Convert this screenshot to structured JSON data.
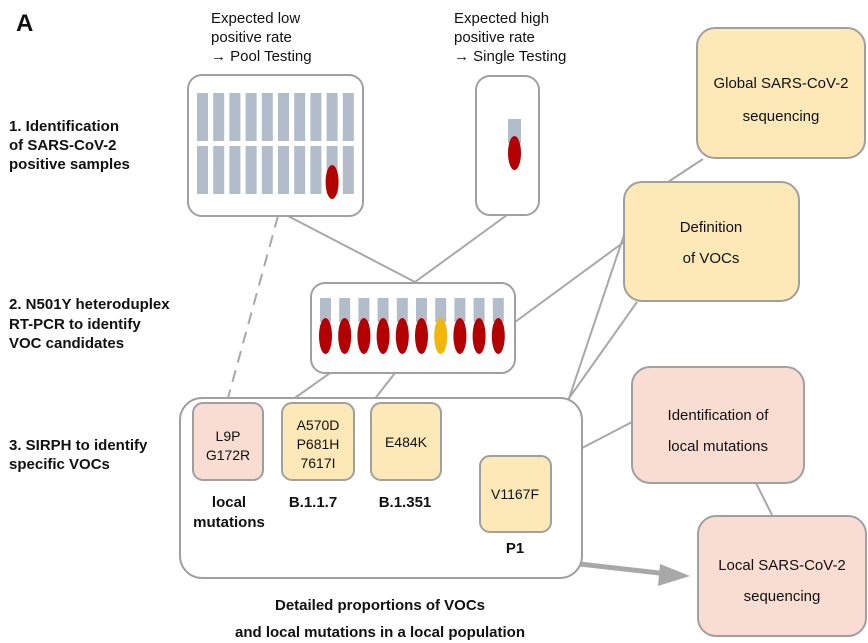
{
  "panel_label": "A",
  "header_pool": [
    "Expected low",
    "positive rate",
    "→ Pool Testing"
  ],
  "header_single": [
    "Expected high",
    "positive rate",
    "→ Single Testing"
  ],
  "steps": {
    "step1": [
      "1. Identification",
      "of SARS-CoV-2",
      "positive samples"
    ],
    "step2": [
      "2. N501Y heteroduplex",
      "RT-PCR to identify",
      "VOC candidates"
    ],
    "step3": [
      "3. SIRPH to identify",
      "specific VOCs"
    ]
  },
  "boxes": {
    "global": [
      "Global SARS-CoV-2",
      "sequencing"
    ],
    "definition": [
      "Definition",
      "of VOCs"
    ],
    "identification": [
      "Identification of",
      "local mutations"
    ],
    "local": [
      "Local SARS-CoV-2",
      "sequencing"
    ]
  },
  "mutations": {
    "local": [
      "L9P",
      "G172R"
    ],
    "b117": [
      "A570D",
      "P681H",
      "7617I"
    ],
    "b1351": [
      "E484K"
    ],
    "p1": [
      "V1167F"
    ]
  },
  "variant_labels": {
    "local": [
      "local",
      "mutations"
    ],
    "b117": "B.1.1.7",
    "b1351": "B.1.351",
    "p1": "P1"
  },
  "footer": [
    "Detailed proportions of VOCs",
    "and local mutations in a local population"
  ],
  "colors": {
    "tube": "#b2bccb",
    "positive": "#b30000",
    "candidate": "#f2b60c",
    "yellow_box": "#fde8b8",
    "pink_box": "#f9ddd2",
    "border": "#a0a0a0"
  }
}
